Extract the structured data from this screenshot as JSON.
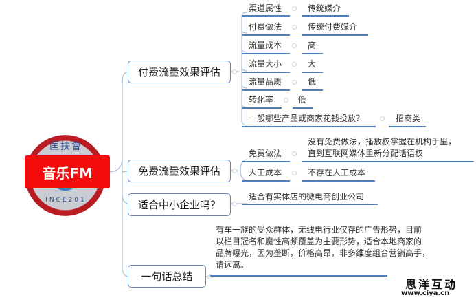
{
  "central": {
    "label": "音乐FM",
    "logo_top_text": "匡扶會",
    "logo_bottom_text": "INCE201",
    "banner_color": "#f40c0c"
  },
  "topics": [
    {
      "label": "付费流量效果评估",
      "children": [
        {
          "key": "渠道属性",
          "value": "传统媒介"
        },
        {
          "key": "付费做法",
          "value": "传统付费媒介"
        },
        {
          "key": "流量成本",
          "value": "高"
        },
        {
          "key": "流量大小",
          "value": "大"
        },
        {
          "key": "流量品质",
          "value": "低"
        },
        {
          "key": "转化率",
          "value": "低"
        },
        {
          "key": "一般哪些产品或商家花钱投放？",
          "value": "招商类"
        }
      ]
    },
    {
      "label": "免费流量效果评估",
      "children": [
        {
          "key": "免费做法",
          "value_lines": [
            "没有免费做法，播放权掌握在机构手里，",
            "直到互联网媒体重新分配话语权"
          ]
        },
        {
          "key": "人工成本",
          "value": "不存在人工成本"
        }
      ]
    },
    {
      "label": "适合中小企业吗？",
      "children": [
        {
          "text": "适合有实体店的微电商创业公司"
        }
      ]
    },
    {
      "label": "一句话总结",
      "children": [
        {
          "text_lines": [
            "有车一族的受众群体，无线电行业仅存的广告形势，目前",
            "以栏目冠名和魔性高频覆盖为主要形势，适合本地商家的",
            "品牌曝光，因为垄断，价格高昂，非多维度组合营销高手，",
            "请远离。"
          ]
        }
      ]
    }
  ],
  "watermark": {
    "title": "思洋互动",
    "url": "www.ciya.cn"
  },
  "colors": {
    "line": "#a9bfd6",
    "underline": "#4f7fb8",
    "topic_border": "#5b87b8"
  }
}
